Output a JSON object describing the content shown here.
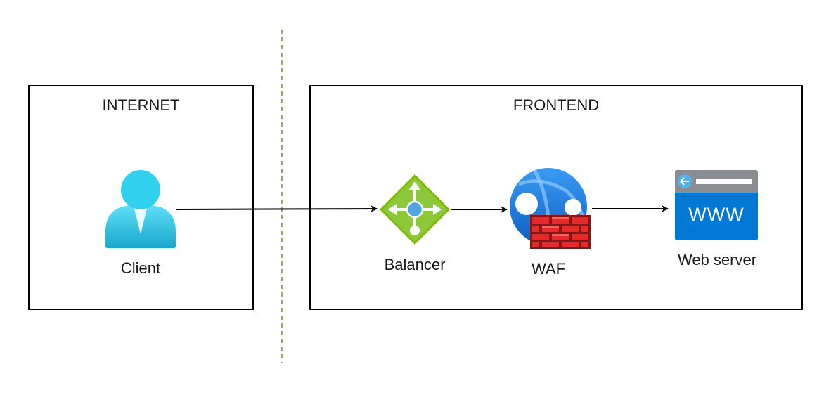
{
  "zones": {
    "internet": {
      "title": "INTERNET"
    },
    "frontend": {
      "title": "FRONTEND"
    }
  },
  "nodes": {
    "client": {
      "label": "Client",
      "icon": "user-icon"
    },
    "balancer": {
      "label": "Balancer",
      "icon": "load-balancer-icon"
    },
    "waf": {
      "label": "WAF",
      "icon": "web-application-firewall-icon"
    },
    "webserver": {
      "label": "Web server",
      "icon": "web-server-www-icon"
    }
  },
  "edges": [
    {
      "from": "client",
      "to": "balancer"
    },
    {
      "from": "balancer",
      "to": "waf"
    },
    {
      "from": "waf",
      "to": "webserver"
    }
  ],
  "colors": {
    "boundary_line": "#82b366",
    "user_icon": "#32bedd",
    "balancer_icon": "#7fba00",
    "globe_icon": "#1e88e5",
    "firewall_brick": "#e62a2a",
    "www_icon": "#0078d4"
  }
}
